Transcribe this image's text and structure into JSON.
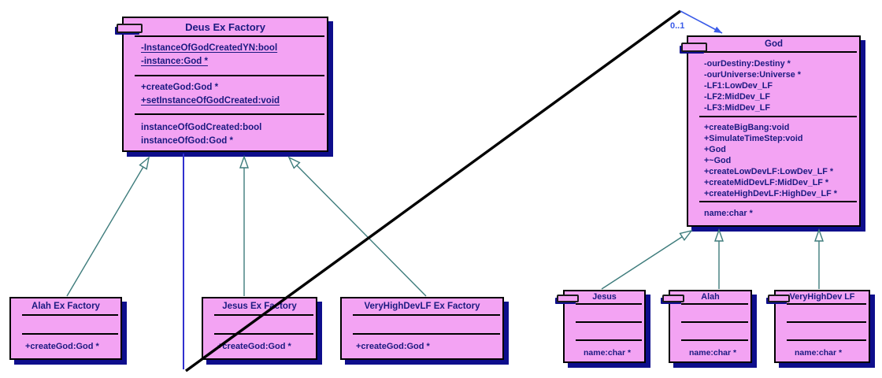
{
  "diagram": {
    "type": "uml-class-diagram",
    "multiplicity_label": "0..1"
  },
  "classes": {
    "deus_factory": {
      "title": "Deus Ex Factory",
      "attributes": [
        "-InstanceOfGodCreatedYN:bool",
        "-instance:God *"
      ],
      "methods": [
        "+createGod:God *",
        "+setInstanceOfGodCreated:void"
      ],
      "properties": [
        "instanceOfGodCreated:bool",
        "instanceOfGod:God *"
      ]
    },
    "alah_factory": {
      "title": "Alah Ex Factory",
      "methods": [
        "+createGod:God *"
      ]
    },
    "jesus_factory": {
      "title": "Jesus Ex Factory",
      "methods": [
        "+createGod:God *"
      ]
    },
    "vhd_factory": {
      "title": "VeryHighDevLF Ex Factory",
      "methods": [
        "+createGod:God *"
      ]
    },
    "god": {
      "title": "God",
      "attributes": [
        "-ourDestiny:Destiny *",
        "-ourUniverse:Universe *",
        "-LF1:LowDev_LF",
        "-LF2:MidDev_LF",
        "-LF3:MidDev_LF"
      ],
      "methods": [
        "+createBigBang:void",
        "+SimulateTimeStep:void",
        "+God",
        "+~God",
        "+createLowDevLF:LowDev_LF *",
        "+createMidDevLF:MidDev_LF *",
        "+createHighDevLF:HighDev_LF *"
      ],
      "properties": [
        "name:char *"
      ]
    },
    "jesus": {
      "title": "Jesus",
      "properties": [
        "name:char *"
      ]
    },
    "alah": {
      "title": "Alah",
      "properties": [
        "name:char *"
      ]
    },
    "vhd": {
      "title": "VeryHighDev LF",
      "properties": [
        "name:char *"
      ]
    }
  },
  "icons": {
    "class_tab": "uml-class-stereotype-tab"
  },
  "colors": {
    "class_fill": "#F3A3F3",
    "class_border": "#000000",
    "class_shadow": "#0E0E8C",
    "text": "#1A1A80",
    "generalization_line": "#3E7C7C",
    "association_line": "#3030CF",
    "crossing_line": "#000000",
    "multiplicity_text": "#3A5BE8"
  }
}
